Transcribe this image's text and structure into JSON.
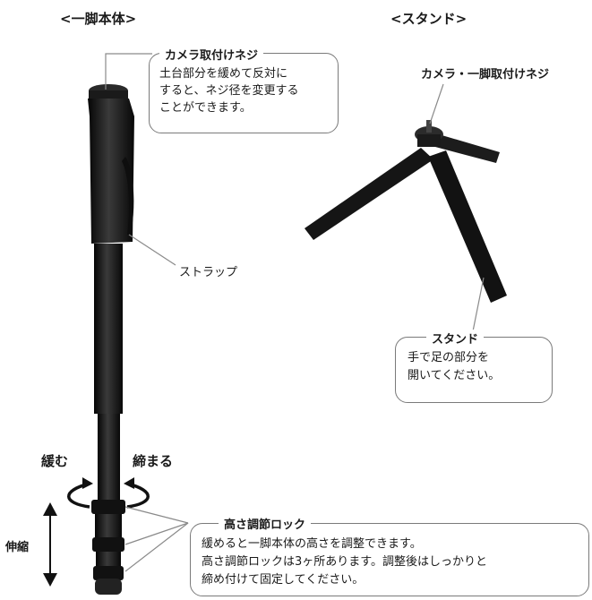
{
  "headings": {
    "monopod": "<一脚本体>",
    "stand": "<スタンド>"
  },
  "callouts": {
    "camera_mount": {
      "title": "カメラ取付けネジ",
      "lines": [
        "土台部分を緩めて反対に",
        "すると、ネジ径を変更する",
        "ことができます。"
      ]
    },
    "strap": "ストラップ",
    "stand_mount": "カメラ・一脚取付けネジ",
    "stand": {
      "title": "スタンド",
      "lines": [
        "手で足の部分を",
        "開いてください。"
      ]
    },
    "loosen": "緩む",
    "tighten": "締まる",
    "extend": "伸縮",
    "height_lock": {
      "title": "高さ調節ロック",
      "lines": [
        "緩めると一脚本体の高さを調整できます。",
        "高さ調節ロックは3ヶ所あります。調整後はしっかりと",
        "締め付けて固定してください。"
      ]
    }
  },
  "colors": {
    "product": "#141414",
    "line": "#7a7a7a"
  }
}
